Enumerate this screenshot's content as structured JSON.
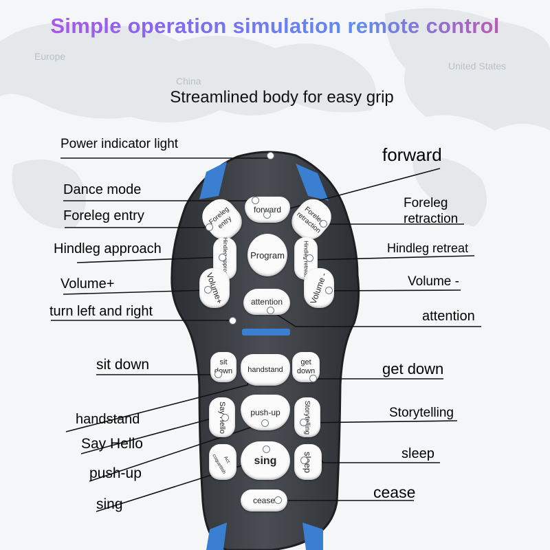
{
  "title": "Simple operation simulation remote control",
  "subtitle": "Streamlined body for easy grip",
  "map_labels": {
    "europe": "Europe",
    "china": "China",
    "usa": "United  States"
  },
  "colors": {
    "remote_body": "#3f4348",
    "remote_edge": "#23262a",
    "accent_blue": "#3a7fd0",
    "key": "#fbfbfb"
  },
  "keys": {
    "forward": "forward",
    "foreleg_entry": "Foreleg entry",
    "foreleg_retraction": "Foreleg retraction",
    "program": "Program",
    "hindleg_approach": "Hindleg approach",
    "hindleg_retreat": "Hindleg retreat",
    "volume_plus": "Volume+",
    "volume_minus": "Volume -",
    "attention": "attention",
    "sit_down": "sit down",
    "handstand": "handstand",
    "get_down": "get down",
    "say_hello": "Say Hello",
    "push_up": "push-up",
    "storytelling": "Storytelling",
    "act_coquettish": "Act coquettish",
    "sing": "sing",
    "sleep": "sleep",
    "cease": "cease"
  },
  "labels": {
    "power_indicator": "Power indicator light",
    "forward": "forward",
    "dance_mode": "Dance mode",
    "foreleg_entry": "Foreleg entry",
    "foreleg_retraction": "Foreleg retraction",
    "hindleg_approach": "Hindleg approach",
    "hindleg_retreat": "Hindleg retreat",
    "volume_plus": "Volume+",
    "volume_minus": "Volume -",
    "turn": "turn left and right",
    "attention": "attention",
    "sit_down": "sit down",
    "get_down": "get down",
    "handstand": "handstand",
    "storytelling": "Storytelling",
    "say_hello": "Say Hello",
    "push_up": "push-up",
    "sleep": "sleep",
    "sing": "sing",
    "cease": "cease"
  }
}
